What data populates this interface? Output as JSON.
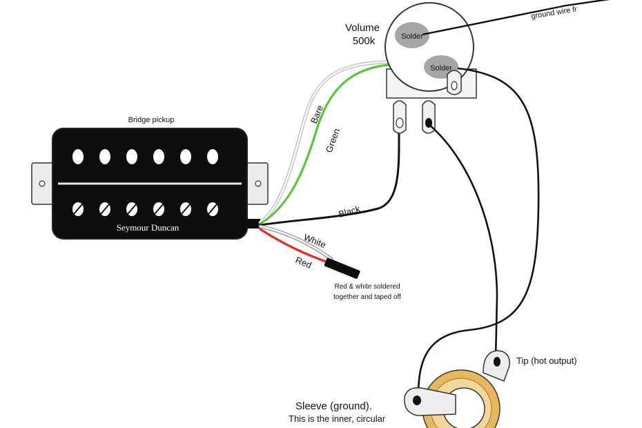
{
  "pickup": {
    "title": "Bridge pickup",
    "brand": "Seymour Duncan"
  },
  "pot": {
    "name": "Volume",
    "value": "500k",
    "solder_top": "Solder",
    "solder_right": "Solder"
  },
  "ground_note": "ground wire fr",
  "wires": {
    "bare": "Bare",
    "green": "Green",
    "black": "Black",
    "white": "White",
    "red": "Red"
  },
  "note_taped": {
    "line1": "Red & white soldered",
    "line2": "together and taped off"
  },
  "jack": {
    "tip": "Tip (hot output)",
    "sleeve_line1": "Sleeve (ground).",
    "sleeve_line2": "This is the inner, circular"
  },
  "colors": {
    "wire_black": "#111111",
    "wire_green": "#5cc33c",
    "wire_red": "#e8291f",
    "wire_white": "#f4f4f4",
    "wire_bare": "#cfcfcf",
    "pickup_body": "#0d0d0d",
    "solder_blob": "#a6a6a6",
    "jack_ring": "#e6b75d"
  }
}
